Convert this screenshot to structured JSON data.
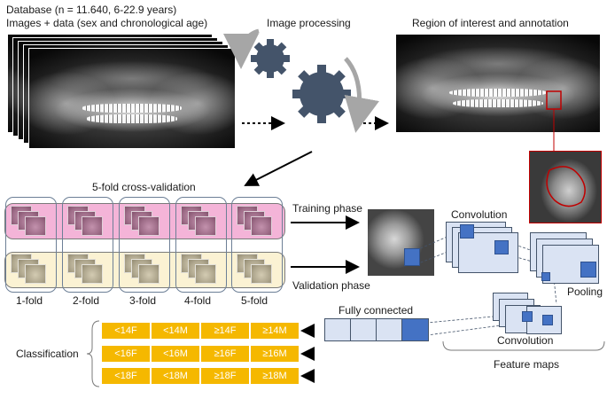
{
  "top": {
    "database_line1": "Database (n = 11.640, 6-22.9 years)",
    "database_line2": "Images + data (sex and chronological age)",
    "image_processing": "Image processing",
    "roi_annotation": "Region of interest and annotation"
  },
  "cv": {
    "title": "5-fold cross-validation",
    "folds": [
      "1-fold",
      "2-fold",
      "3-fold",
      "4-fold",
      "5-fold"
    ],
    "training_phase": "Training phase",
    "validation_phase": "Validation phase"
  },
  "cnn": {
    "convolution_1": "Convolution",
    "pooling": "Pooling",
    "convolution_2": "Convolution",
    "fully_connected": "Fully connected",
    "feature_maps": "Feature maps"
  },
  "classification": {
    "label": "Classification",
    "rows": [
      [
        "<14F",
        "<14M",
        "≥14F",
        "≥14M"
      ],
      [
        "<16F",
        "<16M",
        "≥16F",
        "≥16M"
      ],
      [
        "<18F",
        "<18M",
        "≥18F",
        "≥18M"
      ]
    ]
  },
  "colors": {
    "gear": "#44546a",
    "training_band": "#f4b4d8",
    "validation_band": "#fbf2d3",
    "class_cell": "#f5b800",
    "fmap_fill": "#dae3f3",
    "fmap_accent": "#4472c4",
    "roi_box": "#c00000"
  },
  "icons": [
    "gear-icon",
    "rotate-arrow-icon",
    "dotted-arrow-icon",
    "arrow-icon"
  ]
}
